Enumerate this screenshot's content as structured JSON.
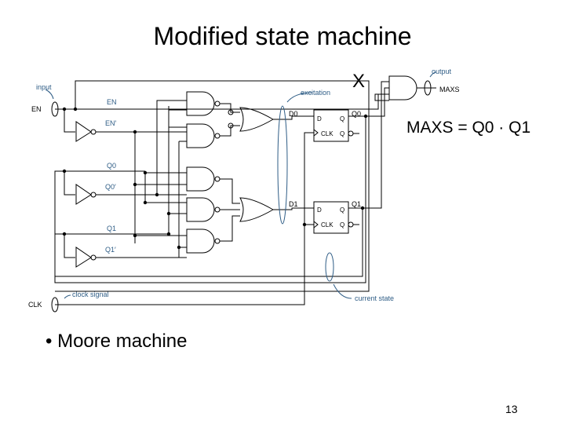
{
  "slide": {
    "title": "Modified state machine",
    "equation": "MAXS = Q0 · Q1",
    "bullet": "Moore machine",
    "bullet_marker": "•",
    "page_number": "13",
    "cross_mark": "X"
  },
  "circuit": {
    "labels": {
      "input": "input",
      "output": "output",
      "excitation": "excitation",
      "clock_signal": "clock signal",
      "current_state": "current state",
      "en": "EN",
      "clk": "CLK",
      "maxs": "MAXS"
    },
    "signals": {
      "en": "EN",
      "en_not": "EN′",
      "q0": "Q0",
      "q0_not": "Q0′",
      "q1": "Q1",
      "q1_not": "Q1′",
      "d0": "D0",
      "d1": "D1",
      "q0_out": "Q0",
      "q1_out": "Q1"
    },
    "flipflop_pins": {
      "d": "D",
      "q": "Q",
      "clk": "CLK",
      "q_bar": "Q"
    }
  }
}
